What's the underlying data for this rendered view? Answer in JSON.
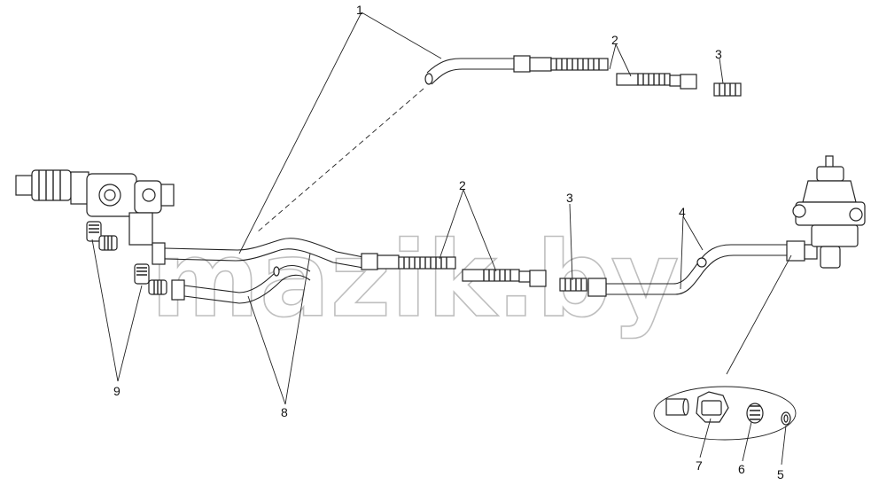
{
  "watermark": "mazik.by",
  "callouts": [
    "1",
    "2",
    "3",
    "2",
    "3",
    "4",
    "9",
    "8",
    "7",
    "6",
    "5"
  ]
}
